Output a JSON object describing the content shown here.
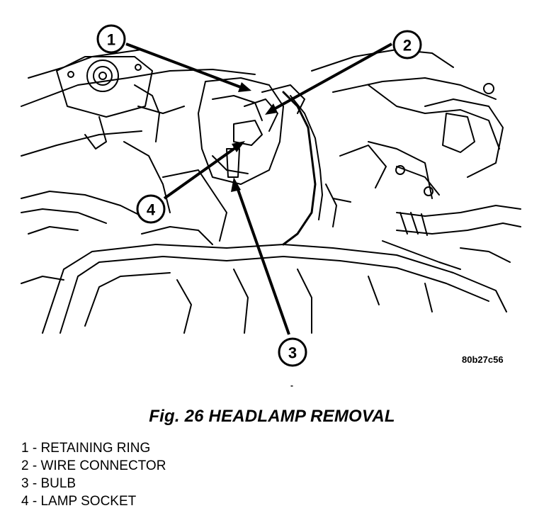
{
  "figure": {
    "callouts": [
      {
        "number": "1"
      },
      {
        "number": "2"
      },
      {
        "number": "3"
      },
      {
        "number": "4"
      }
    ],
    "figure_id": "80b27c56",
    "separator": "-"
  },
  "caption": {
    "title": "Fig. 26 HEADLAMP REMOVAL"
  },
  "legend": [
    {
      "text": "1 - RETAINING RING"
    },
    {
      "text": "2 - WIRE CONNECTOR"
    },
    {
      "text": "3 - BULB"
    },
    {
      "text": "4 - LAMP SOCKET"
    }
  ]
}
